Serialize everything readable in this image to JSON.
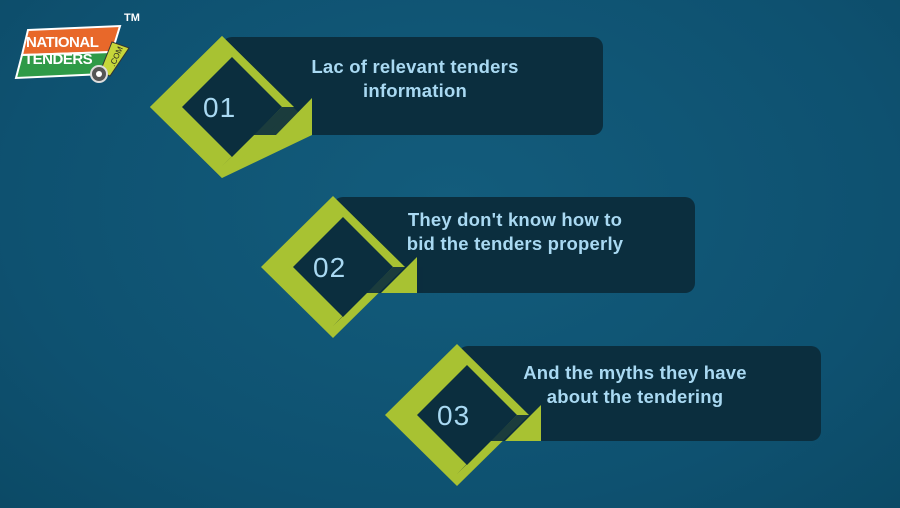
{
  "logo": {
    "line1": "NATIONAL",
    "line2": "TENDERS",
    "suffix": ".COM",
    "trademark": "TM"
  },
  "colors": {
    "background": "#0f5473",
    "box": "#0b2e3e",
    "accent": "#a8c232",
    "text": "#a9d9f2"
  },
  "items": [
    {
      "number": "01",
      "line1": "Lac of relevant tenders",
      "line2": "information"
    },
    {
      "number": "02",
      "line1": "They don't know how to",
      "line2": "bid the tenders properly"
    },
    {
      "number": "03",
      "line1": "And the myths they have",
      "line2": "about the tendering"
    }
  ]
}
